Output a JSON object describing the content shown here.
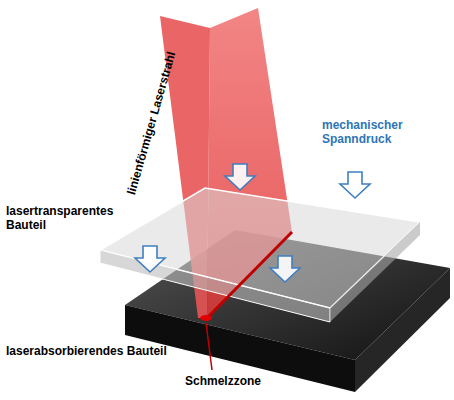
{
  "diagram": {
    "labels": [
      "linienförmiger Laserstrahl",
      "mechanischer Spanndruck",
      "lasertransparentes Bauteil",
      "laserabsorbierendes Bauteil",
      "Schmelzzone"
    ]
  }
}
